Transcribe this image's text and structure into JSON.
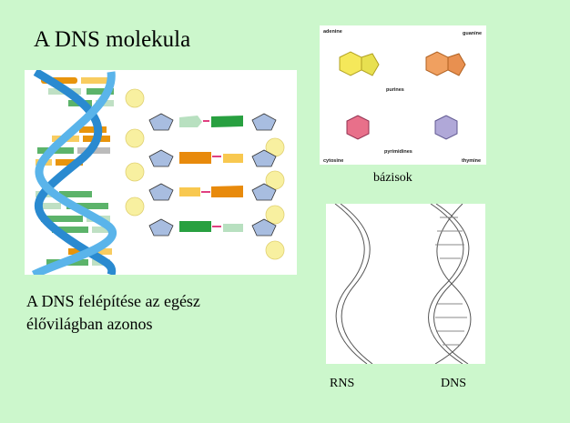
{
  "slide": {
    "title": "A DNS molekula",
    "caption_line1": "A DNS felépítése az egész",
    "caption_line2": "élővilágban azonos",
    "bases_caption": "bázisok",
    "rna_label": "RNS",
    "dna_label": "DNS"
  },
  "bases_figure": {
    "adenine": "adenine",
    "guanine": "guanine",
    "purines": "purines",
    "cytosine": "cytosine",
    "pyrimidines": "pyrimidines",
    "thymine": "thymine"
  },
  "colors": {
    "background": "#ccf7cc",
    "adenine": "#f5e85a",
    "guanine": "#f0a060",
    "cytosine": "#e8708a",
    "thymine": "#b0a8d8"
  }
}
